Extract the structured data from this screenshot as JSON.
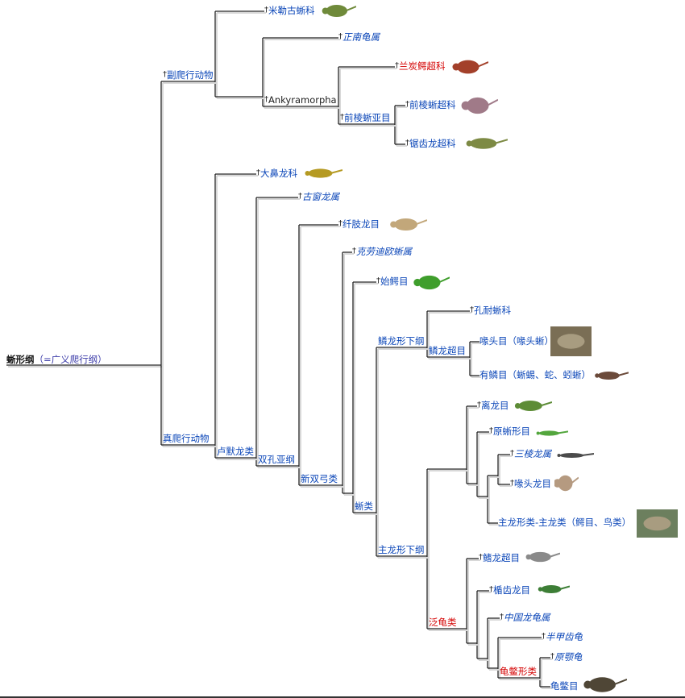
{
  "colors": {
    "link": "#0b46b8",
    "highlight": "#d40000",
    "plain": "#222222",
    "line": "#222222"
  },
  "root": {
    "label_main": "蜥形纲",
    "label_sub": "（=广义爬行纲）"
  },
  "dagger": "†",
  "nodes": [
    {
      "id": "parareptilia",
      "parent": "root",
      "label": "副爬行动物",
      "extinct": true
    },
    {
      "id": "millerettidae",
      "parent": "parareptilia",
      "label": "米勒古蜥科",
      "extinct": true,
      "leaf": true,
      "image": "lizard-green"
    },
    {
      "id": "n1",
      "parent": "parareptilia",
      "label": ""
    },
    {
      "id": "eunotosaurus",
      "parent": "n1",
      "label": "正南龟属",
      "extinct": true,
      "italic": true,
      "leaf": true
    },
    {
      "id": "ankyramorpha",
      "parent": "n1",
      "label": "Ankyramorpha",
      "extinct": true,
      "plain": true
    },
    {
      "id": "lanthanosuchoidea",
      "parent": "ankyramorpha",
      "label": "兰炭鳄超科",
      "extinct": true,
      "leaf": true,
      "color": "#d40000",
      "image": "reptile-red"
    },
    {
      "id": "procolophonomorpha",
      "parent": "ankyramorpha",
      "label": "前棱蜥亚目",
      "extinct": true
    },
    {
      "id": "procolophonoidea",
      "parent": "procolophonomorpha",
      "label": "前棱蜥超科",
      "extinct": true,
      "leaf": true,
      "image": "reptile-pink"
    },
    {
      "id": "pareiasauroidea",
      "parent": "procolophonomorpha",
      "label": "锯齿龙超科",
      "extinct": true,
      "leaf": true,
      "image": "reptile-olive"
    },
    {
      "id": "eureptilia",
      "parent": "root",
      "label": "真爬行动物"
    },
    {
      "id": "captorhinidae",
      "parent": "eureptilia",
      "label": "大鼻龙科",
      "extinct": true,
      "leaf": true,
      "image": "lizard-yellow"
    },
    {
      "id": "romeriida",
      "parent": "eureptilia",
      "label": "卢默龙类"
    },
    {
      "id": "paleothyris",
      "parent": "romeriida",
      "label": "古窗龙属",
      "extinct": true,
      "italic": true,
      "leaf": true
    },
    {
      "id": "diapsida",
      "parent": "romeriida",
      "label": "双孔亚纲"
    },
    {
      "id": "araeoscelidia",
      "parent": "diapsida",
      "label": "纤肢龙目",
      "extinct": true,
      "leaf": true,
      "image": "lizard-tan"
    },
    {
      "id": "neodiapsida",
      "parent": "diapsida",
      "label": "新双弓类"
    },
    {
      "id": "claudiosaurus",
      "parent": "neodiapsida",
      "label": "克劳迪欧蜥属",
      "extinct": true,
      "italic": true,
      "leaf": true
    },
    {
      "id": "n2",
      "parent": "neodiapsida",
      "label": ""
    },
    {
      "id": "younginiformes",
      "parent": "n2",
      "label": "始鳄目",
      "extinct": true,
      "leaf": true,
      "image": "lizard-bright-green"
    },
    {
      "id": "sauria",
      "parent": "n2",
      "label": "蜥类"
    },
    {
      "id": "lepidosauromorpha",
      "parent": "sauria",
      "label": "鳞龙形下纲"
    },
    {
      "id": "kuehneosauridae",
      "parent": "lepidosauromorpha",
      "label": "孔耐蜥科",
      "extinct": true,
      "leaf": true
    },
    {
      "id": "lepidosauria",
      "parent": "lepidosauromorpha",
      "label": "鳞龙超目"
    },
    {
      "id": "rhynchocephalia",
      "parent": "lepidosauria",
      "label": "喙头目（喙头蜥）",
      "leaf": true,
      "image": "photo-tuatara"
    },
    {
      "id": "squamata",
      "parent": "lepidosauria",
      "label": "有鳞目（蜥蜴、蛇、蚓蜥）",
      "leaf": true,
      "image": "lizard-brown"
    },
    {
      "id": "archosauromorpha",
      "parent": "sauria",
      "label": "主龙形下纲"
    },
    {
      "id": "n3",
      "parent": "archosauromorpha",
      "label": ""
    },
    {
      "id": "choristodera",
      "parent": "n3",
      "label": "离龙目",
      "extinct": true,
      "leaf": true,
      "image": "croc-green"
    },
    {
      "id": "n4",
      "parent": "n3",
      "label": ""
    },
    {
      "id": "prolacertiformes",
      "parent": "n4",
      "label": "原蜥形目",
      "extinct": true,
      "leaf": true,
      "image": "lizard-small-green"
    },
    {
      "id": "n5",
      "parent": "n4",
      "label": ""
    },
    {
      "id": "n6",
      "parent": "n5",
      "label": ""
    },
    {
      "id": "trilophosaurus",
      "parent": "n6",
      "label": "三棱龙属",
      "extinct": true,
      "italic": true,
      "leaf": true,
      "image": "lizard-dark"
    },
    {
      "id": "rhynchosauria",
      "parent": "n6",
      "label": "喙头龙目",
      "extinct": true,
      "leaf": true,
      "image": "reptile-tan"
    },
    {
      "id": "archosauriformes",
      "parent": "n5",
      "label": "主龙形类-主龙类（鳄目、鸟类）",
      "leaf": true,
      "image": "photo-croc-bird"
    },
    {
      "id": "pantestudines",
      "parent": "archosauromorpha",
      "label": "泛龟类",
      "color": "#d40000"
    },
    {
      "id": "sauropterygia",
      "parent": "pantestudines",
      "label": "鳍龙超目",
      "extinct": true,
      "leaf": true,
      "image": "plesiosaur-gray"
    },
    {
      "id": "n7",
      "parent": "pantestudines",
      "label": ""
    },
    {
      "id": "placodontia",
      "parent": "n7",
      "label": "楯齿龙目",
      "extinct": true,
      "leaf": true,
      "image": "placodont-green"
    },
    {
      "id": "n8",
      "parent": "n7",
      "label": ""
    },
    {
      "id": "sinosaurosphargis",
      "parent": "n8",
      "label": "中国龙龟属",
      "extinct": true,
      "italic": true,
      "leaf": true
    },
    {
      "id": "n9",
      "parent": "n8",
      "label": ""
    },
    {
      "id": "odontochelys",
      "parent": "n9",
      "label": "半甲齿龟",
      "extinct": true,
      "italic": true,
      "leaf": true
    },
    {
      "id": "testudinata",
      "parent": "n9",
      "label": "龟鳖形类",
      "color": "#d40000"
    },
    {
      "id": "proganochelys",
      "parent": "testudinata",
      "label": "原颚龟",
      "extinct": true,
      "italic": true,
      "leaf": true
    },
    {
      "id": "testudines",
      "parent": "testudinata",
      "label": "龟鳖目",
      "leaf": true,
      "image": "turtle-photo"
    }
  ]
}
